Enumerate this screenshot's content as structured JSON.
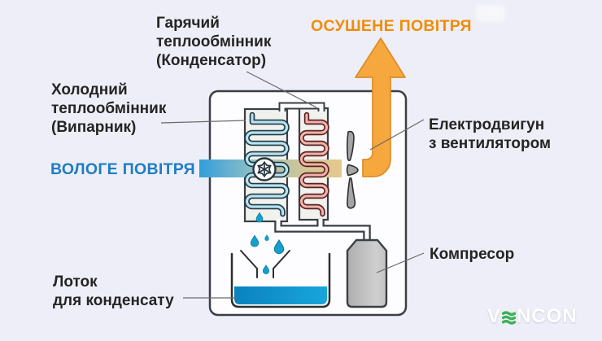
{
  "title": "Dehumidifier working principle diagram",
  "labels": {
    "hot_exchanger": "Гарячий\nтеплообмінник\n(Конденсатор)",
    "cold_exchanger": "Холодний\nтеплообмінник\n(Випарник)",
    "dry_air": "ОСУШЕНЕ ПОВІТРЯ",
    "humid_air": "ВОЛОГЕ ПОВІТРЯ",
    "motor": "Електродвигун\nз вентилятором",
    "compressor": "Компресор",
    "condensate_tray": "Лоток\nдля конденсату"
  },
  "brand": {
    "part1": "V",
    "part2": "NCON",
    "green": "#3bb257"
  },
  "colors": {
    "background": "#eeeef8",
    "dry_air_text": "#f08c05",
    "humid_air_text": "#1d7dc2",
    "orange_arrow": "#f6a73d",
    "cold_coil": "#b9e2ee",
    "hot_coil": "#efb3ab",
    "water": "#1095d2",
    "droplet": "#14a0cc",
    "compressor_gray": "#bdbdbd",
    "outline": "#3a3f45"
  },
  "icons": [
    "snowflake-icon",
    "fan-icon",
    "droplet-icon",
    "up-arrow-icon"
  ]
}
